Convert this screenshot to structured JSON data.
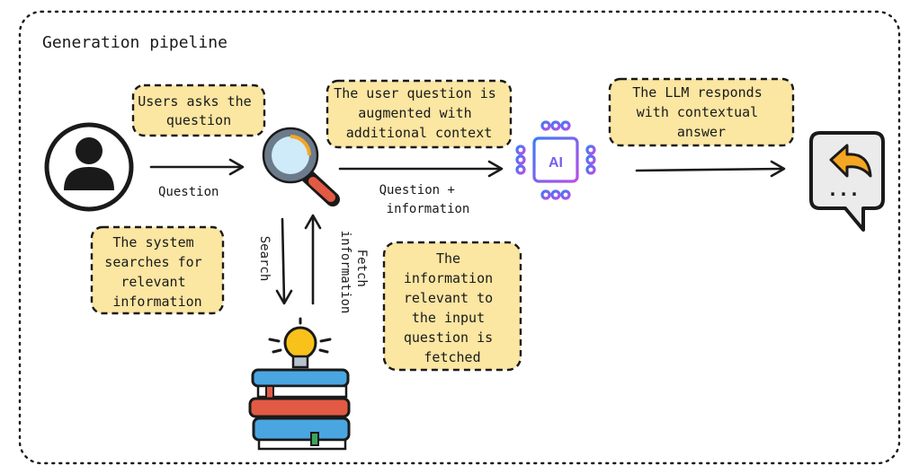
{
  "title": "Generation pipeline",
  "colors": {
    "note_fill": "#fbe6a2",
    "note_border": "#1a1a1a",
    "frame_border": "#1a1a1a",
    "arrow": "#1a1a1a",
    "ai_gradient_start": "#3b7cf5",
    "ai_gradient_end": "#b84ee6",
    "bulb_yellow": "#f9c21a",
    "book_blue": "#4aa6e0",
    "book_red": "#e25a43",
    "reply_orange": "#f5a623"
  },
  "nodes": {
    "user": {
      "icon": "user-icon"
    },
    "search": {
      "icon": "magnifier-icon"
    },
    "ai": {
      "icon": "ai-chip-icon",
      "label": "AI"
    },
    "knowledge": {
      "icon": "knowledge-books-icon"
    },
    "reply": {
      "icon": "reply-bubble-icon",
      "dots": "..."
    }
  },
  "notes": {
    "user_asks": [
      "Users asks the",
      "question"
    ],
    "augmented": [
      "The user question is",
      "augmented with",
      "additional context"
    ],
    "llm_responds": [
      "The LLM responds",
      "with contextual",
      "answer"
    ],
    "system_searches": [
      "The system",
      "searches for",
      "relevant",
      "information"
    ],
    "info_fetched": [
      "The",
      "information",
      "relevant to",
      "the input",
      "question is",
      "fetched"
    ]
  },
  "edges": {
    "question": "Question",
    "question_info": [
      "Question +",
      "information"
    ],
    "search": "Search",
    "fetch": [
      "Fetch",
      "information"
    ]
  }
}
